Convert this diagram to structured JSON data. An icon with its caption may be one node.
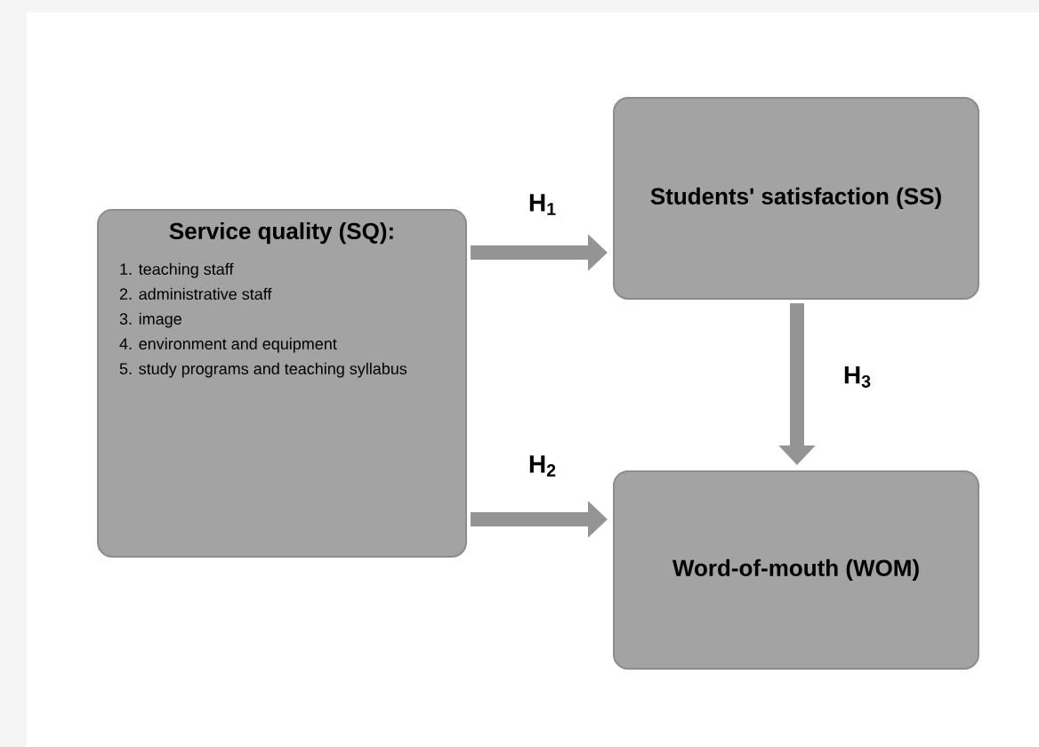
{
  "diagram": {
    "nodes": [
      {
        "text": [
          "Service quality (SQ):",
          "1. teaching staff",
          "2. administrative staff",
          "3. image",
          "4. environment and equipment",
          "5. study programs and teaching syllabus"
        ]
      },
      {
        "text": [
          "Students' satisfaction (SS)"
        ]
      },
      {
        "text": [
          "Word-of-mouth (WOM)"
        ]
      }
    ],
    "edges": [
      {
        "from": 0,
        "to": 1,
        "arrow": "to",
        "label": "H$_{1}$"
      },
      {
        "from": 0,
        "to": 2,
        "arrow": "to",
        "label": "H$_{2}$"
      },
      {
        "from": 1,
        "to": 2,
        "arrow": "to",
        "label": "H$_{3}$"
      }
    ]
  }
}
